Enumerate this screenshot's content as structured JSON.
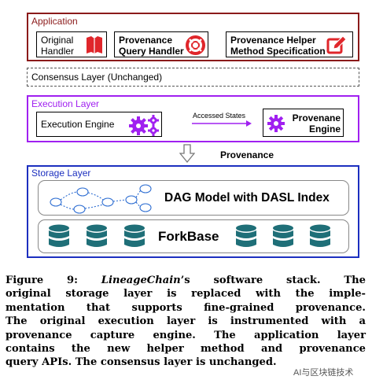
{
  "application": {
    "title": "Application",
    "boxes": [
      {
        "line1": "Original",
        "line2": "Handler",
        "icon": "book-icon"
      },
      {
        "line1": "Provenance",
        "line2": "Query Handler",
        "icon": "lifebuoy-icon"
      },
      {
        "line1": "Provenance Helper",
        "line2": "Method Specification",
        "icon": "edit-icon"
      }
    ]
  },
  "consensus": {
    "label": "Consensus Layer (Unchanged)"
  },
  "execution": {
    "title": "Execution Layer",
    "engine_label": "Execution Engine",
    "arrow_label": "Accessed States",
    "prov_engine_line1": "Provenane",
    "prov_engine_line2": "Engine"
  },
  "provenance_label": "Provenance",
  "storage": {
    "title": "Storage Layer",
    "dag_label": "DAG Model with DASL Index",
    "forkbase_label": "ForkBase"
  },
  "caption": {
    "prefix": "Figure 9: ",
    "system": "LineageChain",
    "line1_rest": "’s software stack.  The",
    "line2": "original storage layer is replaced with the imple-",
    "line3": "mentation that supports fine-grained provenance.",
    "line4": "The original execution layer is instrumented with a",
    "line5": "provenance capture engine.  The application layer",
    "line6": "contains the new helper method and provenance",
    "line7": "query APIs. The consensus layer is unchanged."
  },
  "watermark": "AI与区块链技术",
  "colors": {
    "application": "#8b1a1a",
    "execution": "#a020f0",
    "storage": "#1c2fbf",
    "icon_red": "#e0262b",
    "icon_purple": "#a020f0",
    "db_teal": "#1f6f78",
    "dag_blue": "#2a6bd1"
  }
}
